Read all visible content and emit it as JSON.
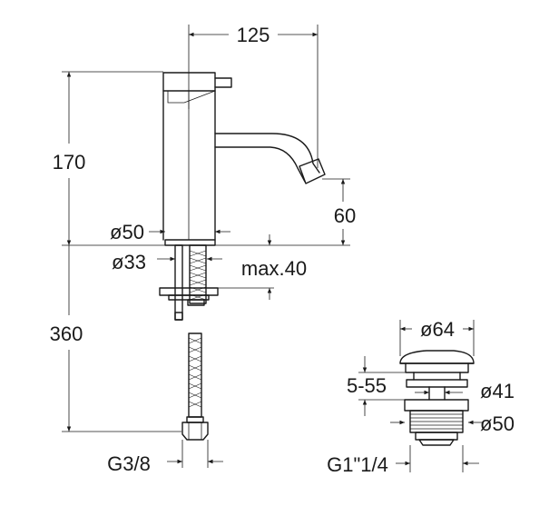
{
  "labels": {
    "width_top": "125",
    "height_body": "170",
    "spout_height": "60",
    "base_diameter": "ø50",
    "hole_diameter": "ø33",
    "max_deck": "max.40",
    "hose_length": "360",
    "hose_thread": "G3/8",
    "drain_cap": "ø64",
    "drain_range": "5-55",
    "drain_inner": "ø41",
    "drain_body": "ø50",
    "drain_thread": "G1\"1/4"
  }
}
